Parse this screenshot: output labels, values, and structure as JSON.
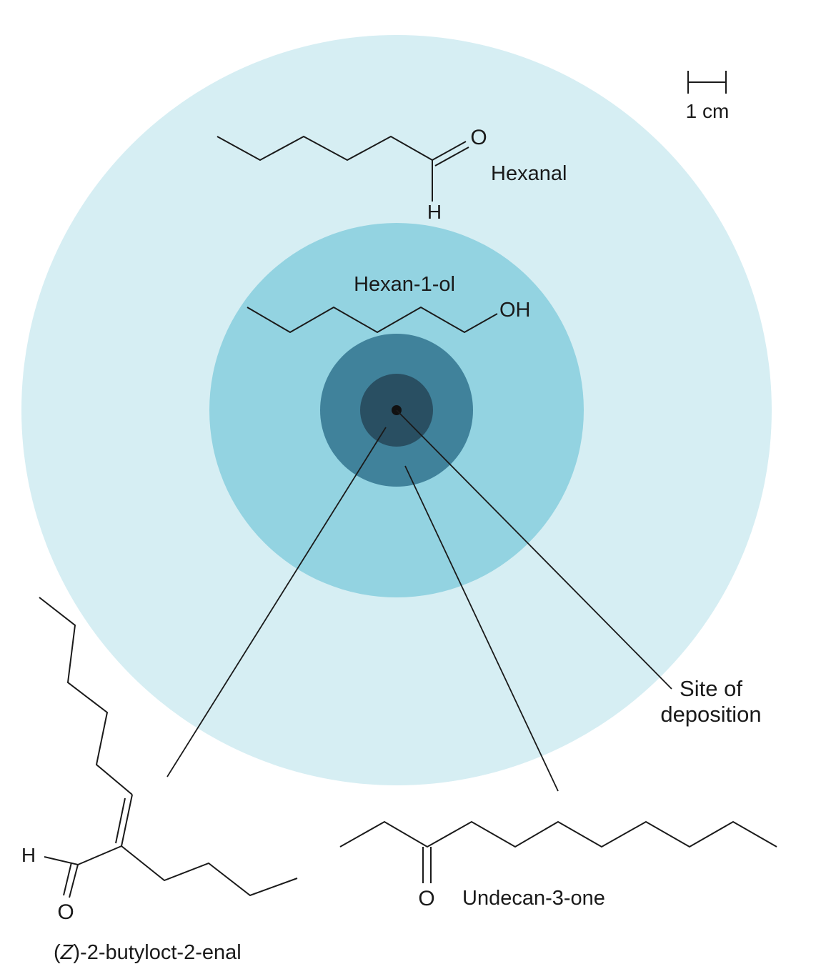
{
  "colors": {
    "zone_outer": "#d6eef3",
    "zone_middle": "#93d3e1",
    "zone_inner": "#40829b",
    "zone_core": "#294f62",
    "site_dot": "#111111",
    "ink": "#1a1a1a"
  },
  "scale_bar": {
    "label": "1 cm"
  },
  "site": {
    "label_line1": "Site of",
    "label_line2": "deposition"
  },
  "molecules": {
    "hexanal": {
      "name": "Hexanal",
      "atom_o": "O",
      "atom_h": "H"
    },
    "hexanol": {
      "name": "Hexan-1-ol",
      "atom_oh": "OH"
    },
    "butyloctenal": {
      "name_prefix": "(",
      "name_italic": "Z",
      "name_suffix": ")-2-butyloct-2-enal",
      "atom_o": "O",
      "atom_h": "H"
    },
    "undecanone": {
      "name": "Undecan-3-one",
      "atom_o": "O"
    }
  }
}
